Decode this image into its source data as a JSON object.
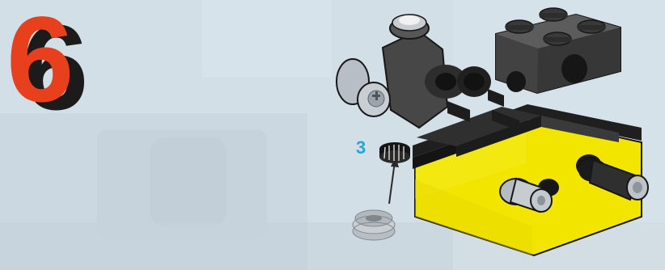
{
  "step": {
    "number": "6",
    "number_color": "#e8401c",
    "shadow_color": "#1b1b1b"
  },
  "part_callout": {
    "quantity": "3",
    "quantity_color": "#24a7d9",
    "part_icon": "gear-wheel-icon"
  },
  "model": {
    "icon": "lego-model-assembly",
    "colors": {
      "dark_gray": "#454545",
      "light_gray": "#b9bec3",
      "yellow": "#f2e600",
      "black": "#111111"
    }
  }
}
